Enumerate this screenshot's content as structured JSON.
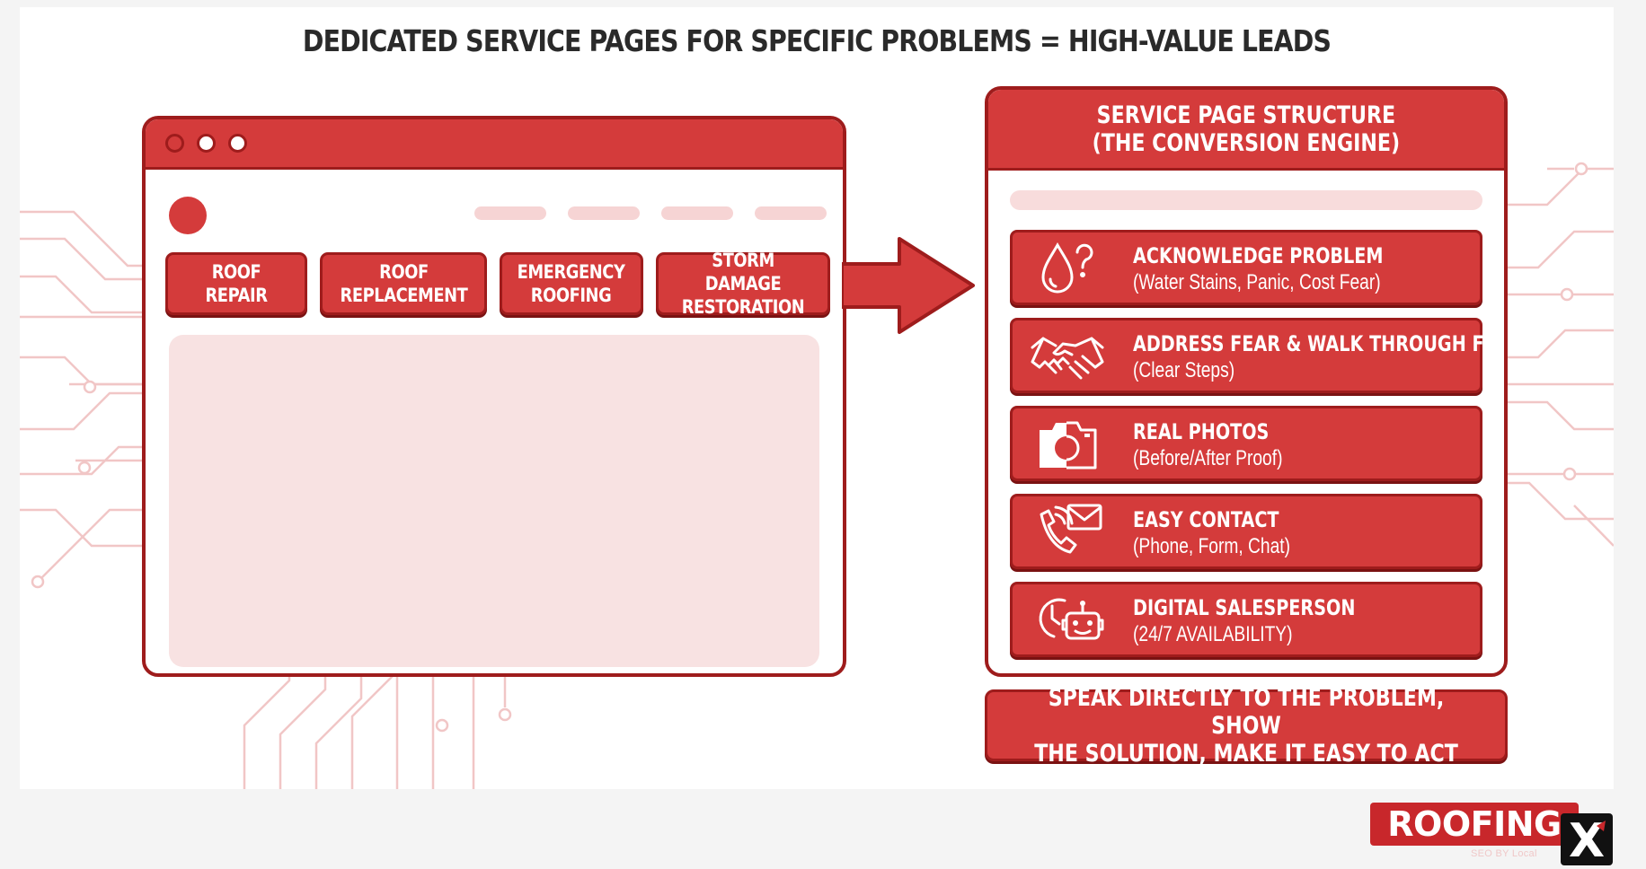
{
  "title": "DEDICATED SERVICE PAGES FOR SPECIFIC PROBLEMS = HIGH-VALUE LEADS",
  "browser": {
    "tabs": [
      {
        "label": "ROOF REPAIR"
      },
      {
        "label": "ROOF\nREPLACEMENT"
      },
      {
        "label": "EMERGENCY\nROOFING"
      },
      {
        "label": "STORM DAMAGE\nRESTORATION"
      }
    ]
  },
  "structure": {
    "title": "SERVICE PAGE STRUCTURE\n(THE CONVERSION ENGINE)",
    "steps": [
      {
        "title": "ACKNOWLEDGE PROBLEM",
        "subtitle": "(Water Stains, Panic, Cost Fear)",
        "icon": "water-drop-question-icon"
      },
      {
        "title": "ADDRESS FEAR & WALK THROUGH FIX",
        "subtitle": "(Clear Steps)",
        "icon": "handshake-icon"
      },
      {
        "title": "REAL PHOTOS",
        "subtitle": "(Before/After Proof)",
        "icon": "camera-icon"
      },
      {
        "title": "EASY CONTACT",
        "subtitle": "(Phone, Form, Chat)",
        "icon": "phone-mail-icon"
      },
      {
        "title": "DIGITAL SALESPERSON",
        "subtitle": "(24/7 AVAILABILITY)",
        "icon": "clock-robot-icon"
      }
    ]
  },
  "tagline": "SPEAK DIRECTLY TO THE PROBLEM, SHOW\nTHE SOLUTION, MAKE IT EASY TO ACT",
  "brand": {
    "word": "ROOFING",
    "mark": "X",
    "sub": "SEO BY Local"
  },
  "colors": {
    "accent": "#d43b3b",
    "accent_dark": "#9e1c1c",
    "pale": "#f8e2e2",
    "circuit": "#f1c6c6"
  }
}
